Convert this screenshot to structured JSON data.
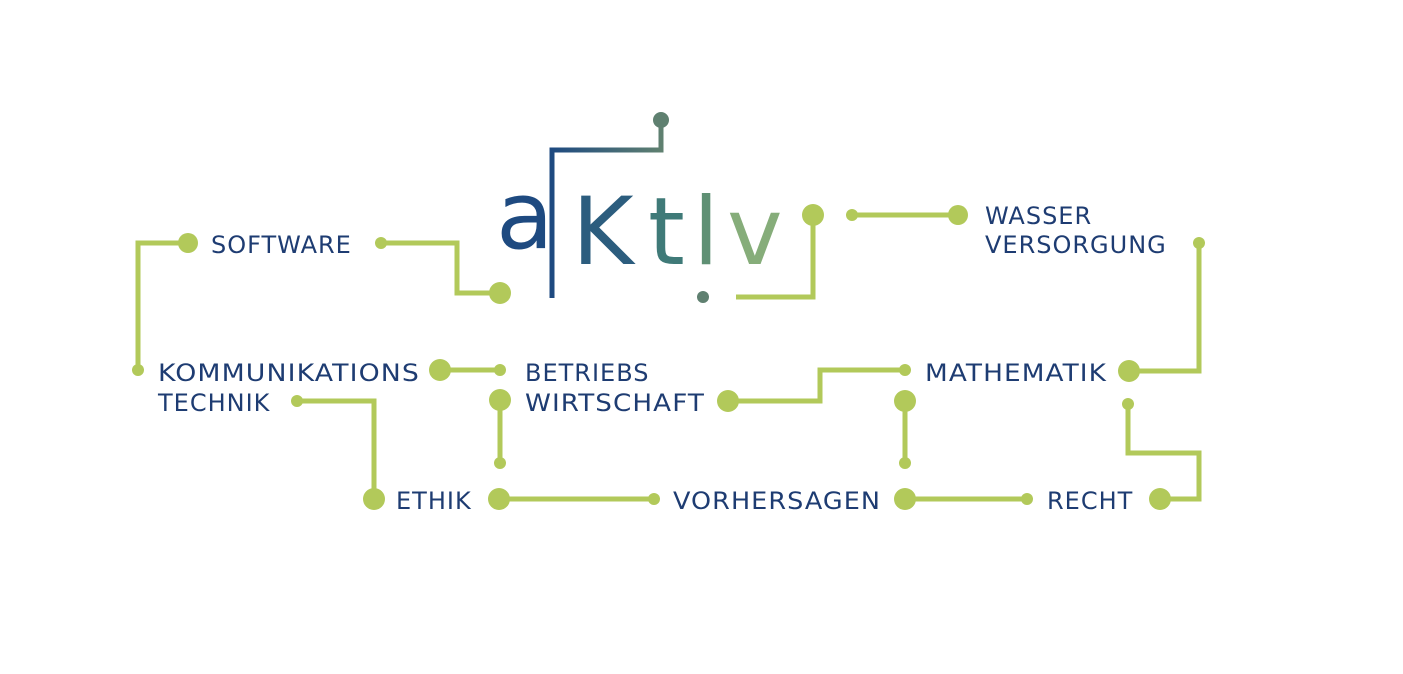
{
  "logo": {
    "letters": [
      "a",
      "K",
      "t",
      "l",
      "v"
    ]
  },
  "labels": {
    "software": "SOFTWARE",
    "wasser_1": "WASSER",
    "wasser_2": "VERSORGUNG",
    "kommunikation_1": "KOMMUNIKATIONS",
    "kommunikation_2": "TECHNIK",
    "betriebs_1": "BETRIEBS",
    "betriebs_2": "WIRTSCHAFT",
    "mathematik": "MATHEMATIK",
    "ethik": "ETHIK",
    "vorhersagen": "VORHERSAGEN",
    "recht": "RECHT"
  },
  "colors": {
    "circuit_green": "#b2c95a",
    "label_blue": "#1e3c72",
    "logo_blue": "#1e4a80",
    "logo_teal": "#3f7a78",
    "logo_green": "#7fa878",
    "node_dark_green": "#5f8070"
  }
}
